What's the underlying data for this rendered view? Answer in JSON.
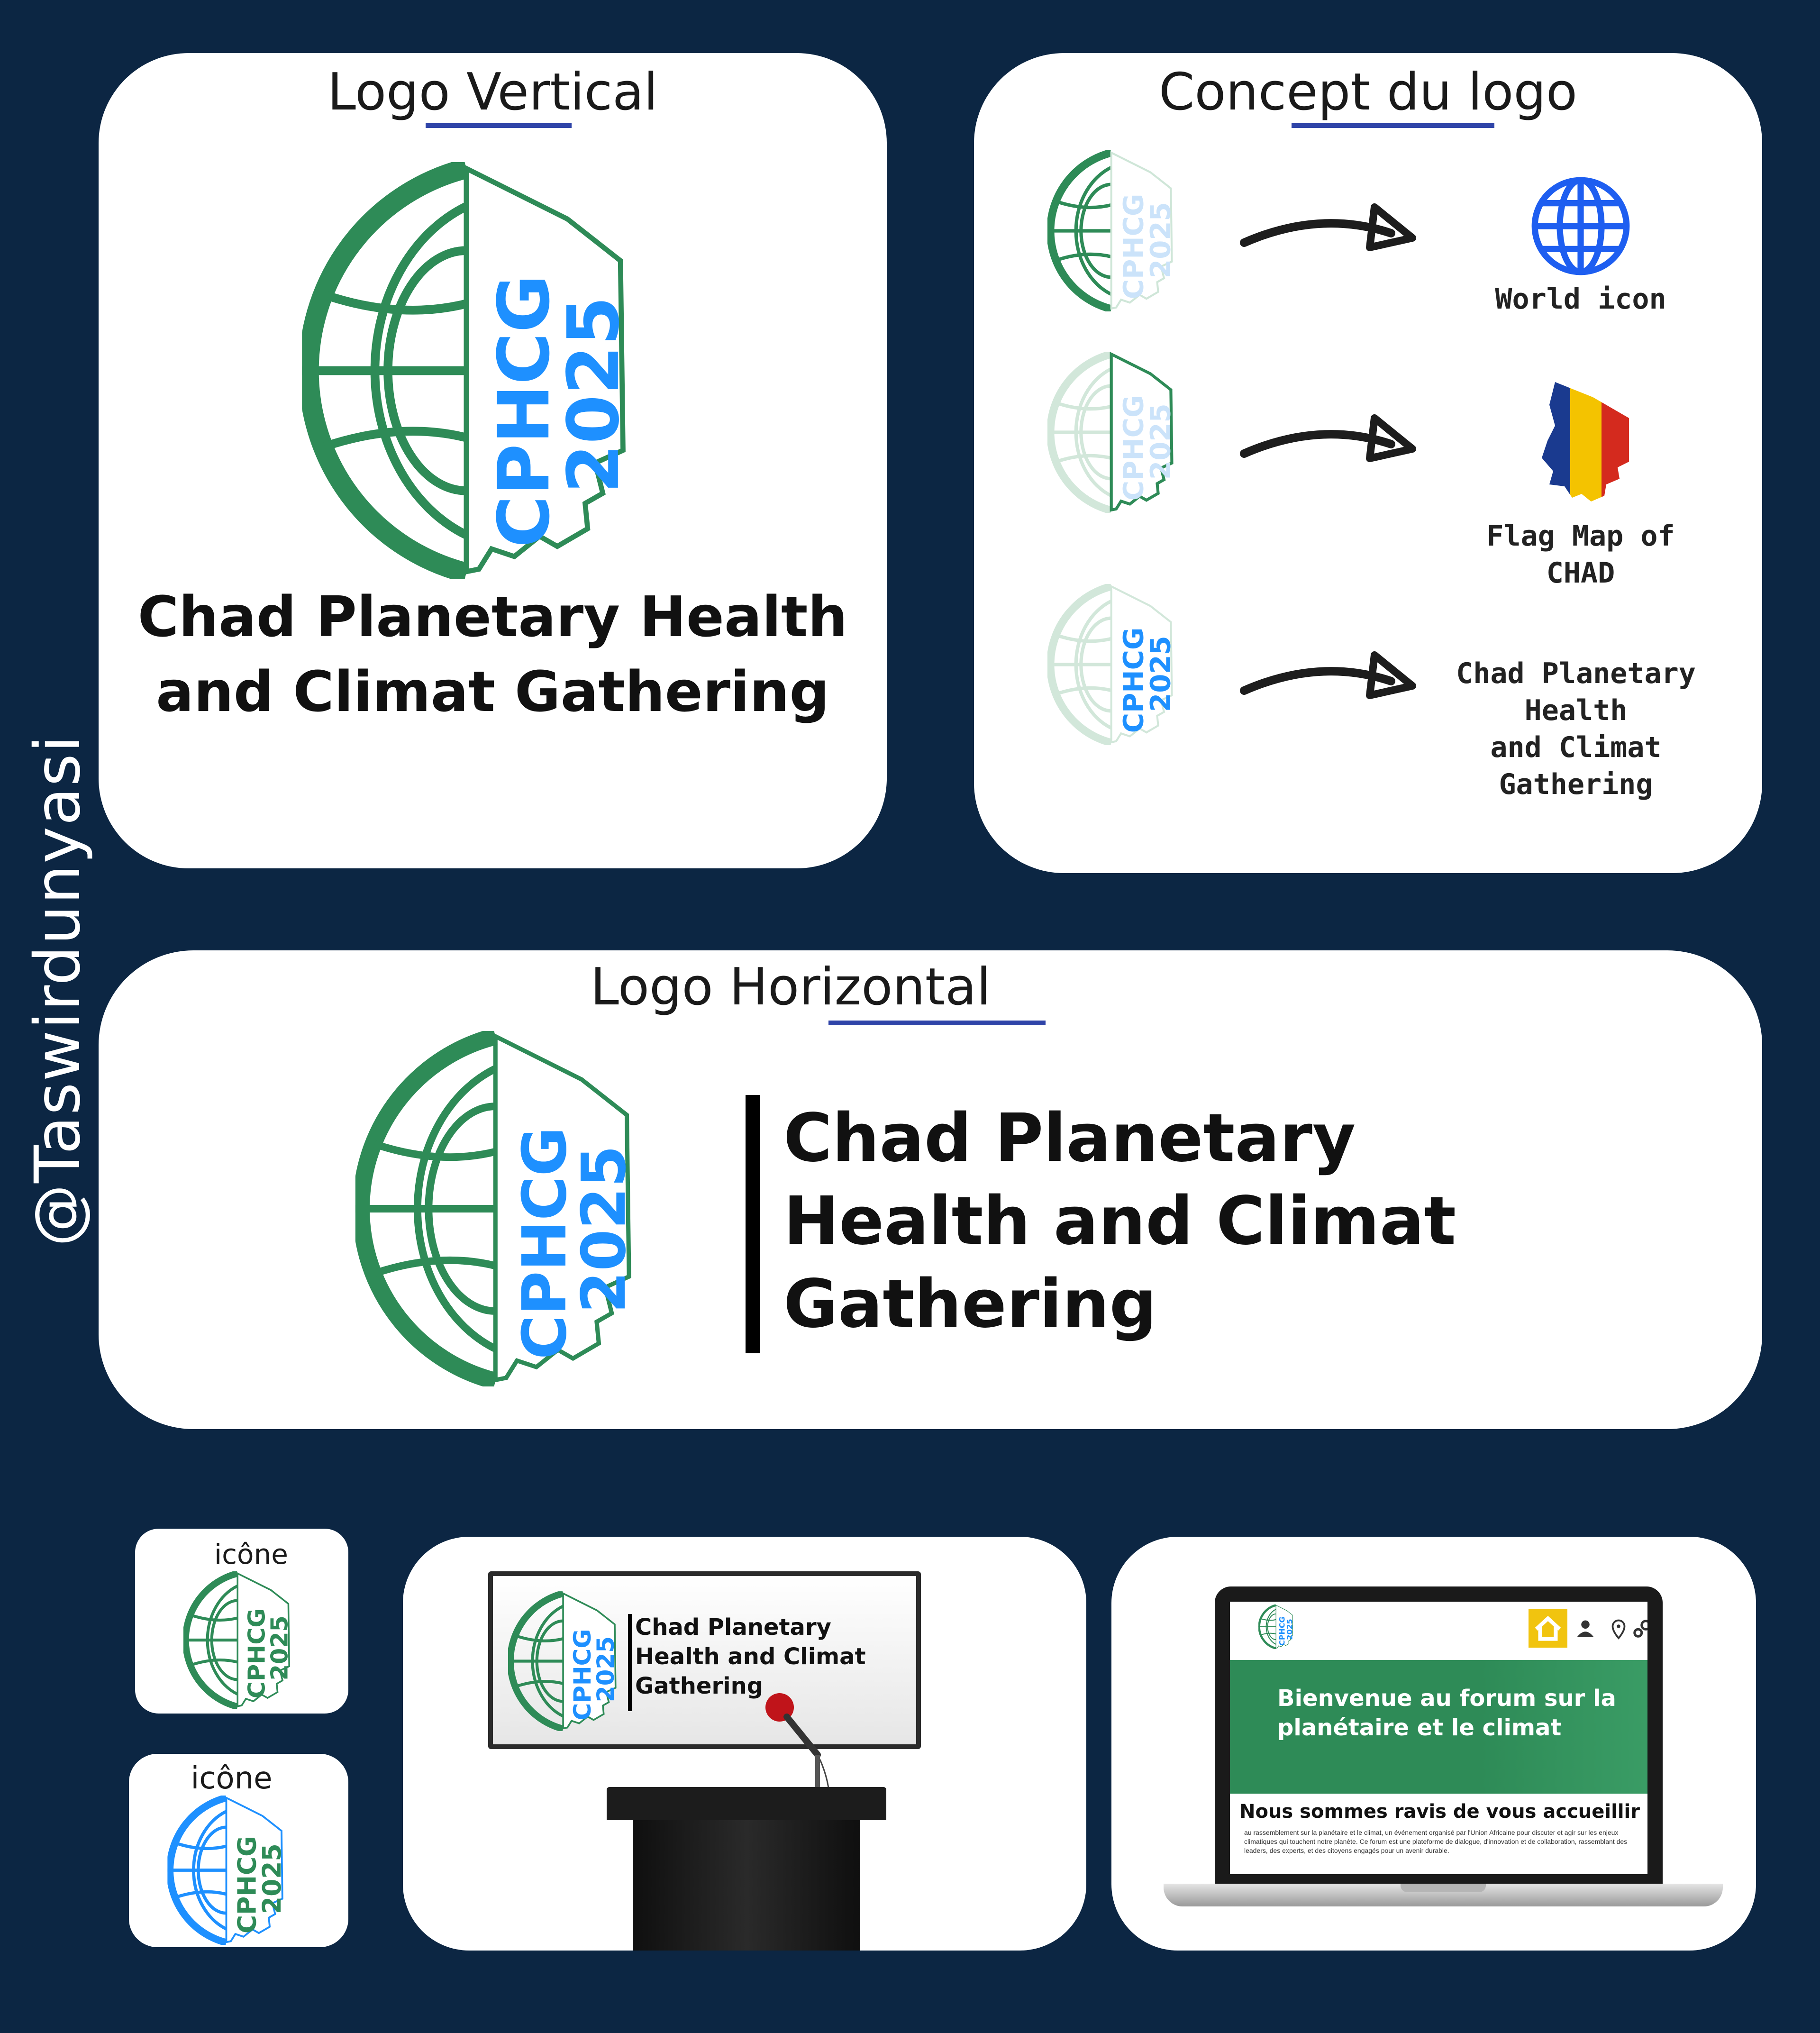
{
  "watermark": "@Taswirdunyasi",
  "logo": {
    "acronym": "CPHCG",
    "year": "2025",
    "full_name_line1": "Chad Planetary Health",
    "full_name_line2": "and Climat Gathering",
    "horizontal_lines": [
      "Chad Planetary",
      "Health and Climat",
      "Gathering"
    ]
  },
  "sections": {
    "vertical": {
      "title": "Logo Vertical"
    },
    "concept": {
      "title": "Concept du logo",
      "items": [
        {
          "label_line1": "World icon",
          "label_line2": ""
        },
        {
          "label_line1": "Flag Map of",
          "label_line2": "CHAD"
        },
        {
          "label_line1": "Chad Planetary Health",
          "label_line2": "and Climat Gathering"
        }
      ]
    },
    "horizontal": {
      "title": "Logo Horizontal"
    },
    "icon_green": {
      "title": "icône"
    },
    "icon_blue": {
      "title": "icône"
    }
  },
  "mockup_web": {
    "hero_line1": "Bienvenue au forum sur la",
    "hero_line2": "planétaire et le climat",
    "heading": "Nous sommes ravis de vous accueillir",
    "body": "au rassemblement sur la planétaire et le climat, un événement organisé par l'Union Africaine pour discuter et agir sur les enjeux climatiques qui touchent notre planète. Ce forum est une plateforme de dialogue, d'innovation et de collaboration, rassemblant des leaders, des experts, et des citoyens engagés pour un avenir durable."
  },
  "colors": {
    "background": "#0c2643",
    "green": "#2e8b57",
    "blue": "#1e90ff",
    "underline": "#2f44a8",
    "nav_yellow": "#f1c40f",
    "flag_blue": "#1a3a8f",
    "flag_yellow": "#f4c300",
    "flag_red": "#d42a1e"
  }
}
